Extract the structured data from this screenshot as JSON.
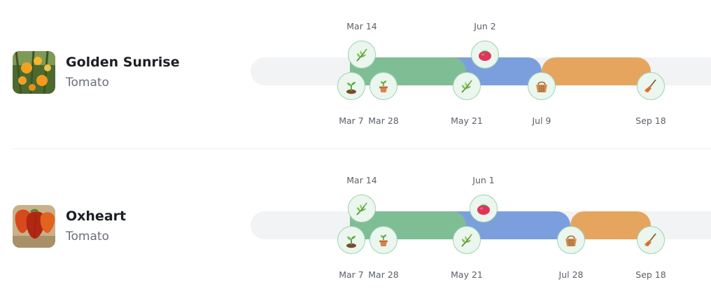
{
  "plants": [
    {
      "name": "Golden Sunrise",
      "type": "Tomato",
      "top_dates": [
        "Mar 14",
        "Jun 2"
      ],
      "bottom_dates": [
        "Mar 7",
        "Mar 28",
        "May 21",
        "Jul 9",
        "Sep 18"
      ],
      "stages_icons": [
        "sprout-icon",
        "herb-icon",
        "tomato-icon",
        "potted-plant-icon",
        "herb-icon",
        "basket-icon",
        "broom-icon"
      ],
      "colors": {
        "growing": "#7fbe95",
        "fruiting": "#7b9fdd",
        "harvest": "#e6a55f"
      }
    },
    {
      "name": "Oxheart",
      "type": "Tomato",
      "top_dates": [
        "Mar 14",
        "Jun 1"
      ],
      "bottom_dates": [
        "Mar 7",
        "Mar 28",
        "May 21",
        "Jul 28",
        "Sep 18"
      ],
      "stages_icons": [
        "sprout-icon",
        "herb-icon",
        "tomato-icon",
        "potted-plant-icon",
        "herb-icon",
        "basket-icon",
        "broom-icon"
      ],
      "colors": {
        "growing": "#7fbe95",
        "fruiting": "#7b9fdd",
        "harvest": "#e6a55f"
      }
    }
  ]
}
